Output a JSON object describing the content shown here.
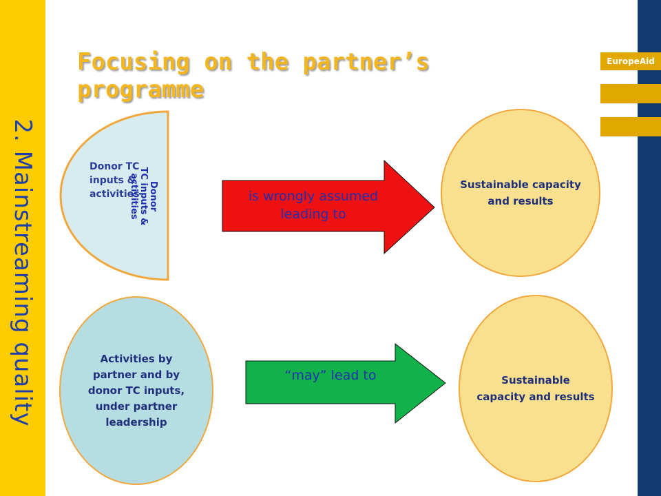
{
  "sidebar": {
    "title": "2. Mainstreaming quality"
  },
  "brand": {
    "label": "EuropeAid"
  },
  "slide": {
    "title": "Focusing on the partner’s programme"
  },
  "top_row": {
    "donor_label": "Donor TC inputs & activities",
    "donor_rotated_label": "Donor\nTC inputs &\nactivities",
    "arrow_label": "is wrongly assumed leading to",
    "result": "Sustainable capacity and results",
    "arrow_color": "#ee1111"
  },
  "bottom_row": {
    "partner_label": "Activities by partner and by donor TC inputs, under partner leadership",
    "arrow_label": "“may” lead to",
    "result": "Sustainable capacity and results",
    "arrow_color": "#11b24a"
  },
  "colors": {
    "sidebar": "#ffcc00",
    "right_bar": "#123a6e",
    "title": "#f3b61f",
    "circle_fill": "#f8e08f",
    "circle_border": "#f2a73b",
    "partner_fill": "#b6dde2"
  }
}
